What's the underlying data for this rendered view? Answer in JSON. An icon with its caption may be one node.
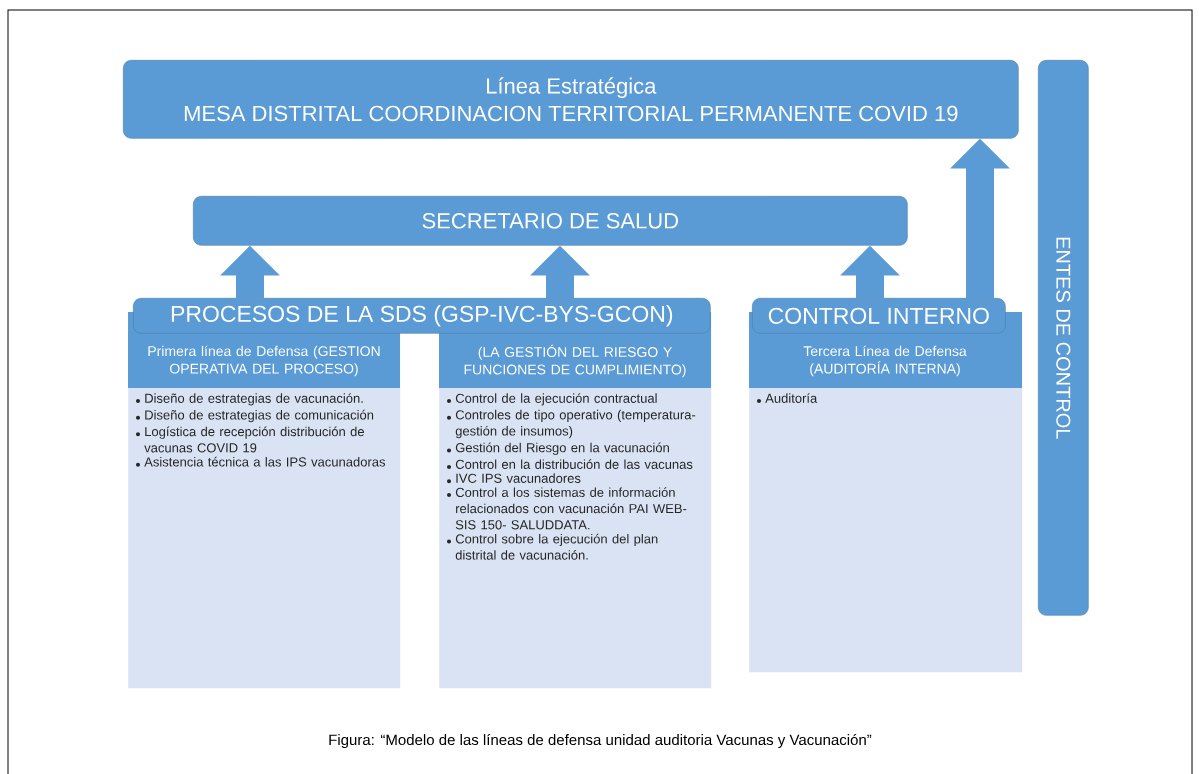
{
  "diagram": {
    "caption": "Figura: “Modelo de las líneas de defensa unidad auditoria Vacunas y Vacunación”",
    "nodes": [
      {
        "text": [
          "Línea Estratégica",
          "MESA DISTRITAL COORDINACION TERRITORIAL PERMANENTE COVID 19"
        ]
      },
      {
        "text": [
          "ENTES DE CONTROL"
        ]
      },
      {
        "text": [
          "SECRETARIO DE SALUD"
        ]
      },
      {
        "text": [
          "PROCESOS DE LA SDS (GSP-IVC-BYS-GCON)"
        ]
      },
      {
        "text": [
          "CONTROL INTERNO"
        ]
      },
      {
        "text": [
          "Primera línea de Defensa (GESTION OPERATIVA DEL PROCESO)",
          "Diseño de estrategias de vacunación.",
          "Diseño de estrategias de comunicación",
          "Logística de recepción distribución de vacunas COVID 19",
          "Asistencia técnica a las IPS vacunadoras"
        ]
      },
      {
        "text": [
          "(LA GESTIÓN DEL RIESGO Y FUNCIONES DE CUMPLIMIENTO)",
          "Control de la ejecución contractual",
          "Controles de tipo operativo (temperatura-gestión de insumos)",
          "Gestión del Riesgo en la vacunación",
          "Control en la distribución de las vacunas",
          "IVC IPS vacunadores",
          "Control a los sistemas de información relacionados con vacunación PAI WEB- SIS 150- SALUDDATA.",
          "Control sobre la ejecución del plan distrital de vacunación."
        ]
      },
      {
        "text": [
          "Tercera Línea de Defensa (AUDITORÍA INTERNA)",
          "Auditoría"
        ]
      }
    ],
    "edges": [
      {
        "from": 3,
        "to": 2,
        "arrow": "to"
      },
      {
        "from": 3,
        "to": 2,
        "arrow": "to"
      },
      {
        "from": 4,
        "to": 2,
        "arrow": "to"
      },
      {
        "from": 4,
        "to": 0,
        "arrow": "to"
      }
    ]
  }
}
